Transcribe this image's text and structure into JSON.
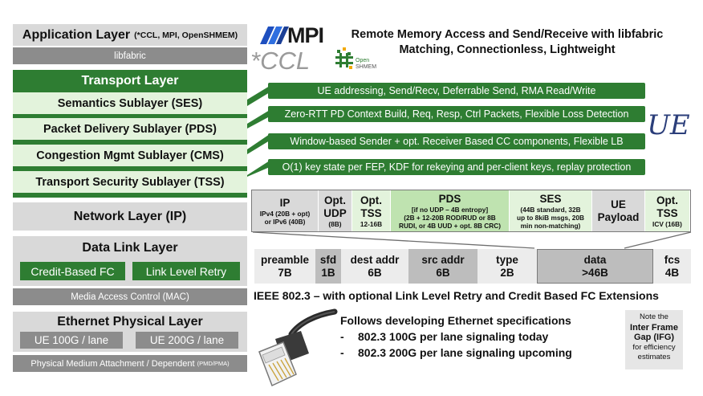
{
  "left_stack": {
    "application_layer": "Application Layer",
    "application_layer_sub": "(*CCL, MPI, OpenSHMEM)",
    "libfabric": "libfabric",
    "transport_layer": "Transport Layer",
    "ses": "Semantics Sublayer (SES)",
    "pds": "Packet Delivery Sublayer (PDS)",
    "cms": "Congestion Mgmt Sublayer (CMS)",
    "tss": "Transport Security Sublayer (TSS)",
    "network_layer": "Network Layer (IP)",
    "data_link_layer": "Data Link Layer",
    "credit_fc": "Credit-Based FC",
    "link_retry": "Link Level Retry",
    "mac": "Media Access Control (MAC)",
    "ethernet_phys": "Ethernet Physical Layer",
    "ue100": "UE 100G / lane",
    "ue200": "UE 200G / lane",
    "pma": "Physical Medium Attachment / Dependent",
    "pma_sub": "(PMD/PMA)"
  },
  "logos": {
    "mpi": "MPI",
    "ccl": "*CCL",
    "openshmem_1": "Open",
    "openshmem_2": "SHMEM",
    "ue": "UE"
  },
  "heading": {
    "line1": "Remote Memory Access and Send/Receive with libfabric",
    "line2": "Matching, Connectionless, Lightweight"
  },
  "callouts": {
    "ses": "UE addressing, Send/Recv, Deferrable Send, RMA Read/Write",
    "pds": "Zero-RTT PD Context Build, Req, Resp, Ctrl Packets, Flexible Loss Detection",
    "cms": "Window-based Sender + opt. Receiver Based CC components, Flexible LB",
    "tss": "O(1) key state per FEP, KDF for rekeying and per-client keys, replay protection"
  },
  "header_fields": [
    {
      "t": "IP",
      "s1": "IPv4 (20B + opt)",
      "s2": "or IPv6 (40B)",
      "s3": "",
      "s4": ""
    },
    {
      "t": "Opt.",
      "t2": "UDP",
      "s1": "(8B)"
    },
    {
      "t": "Opt.",
      "t2": "TSS",
      "s1": "12-16B"
    },
    {
      "t": "PDS",
      "s1": "[if no UDP – 4B entropy]",
      "s2": "(2B + 12-20B ROD/RUD or 8B",
      "s3": "RUDI, or 4B UUD + opt. 8B CRC)"
    },
    {
      "t": "SES",
      "s1": "(44B standard, 32B",
      "s2": "up to 8kiB msgs, 20B",
      "s3": "min non-matching)"
    },
    {
      "t": "UE",
      "t2": "Payload"
    },
    {
      "t": "Opt.",
      "t2": "TSS",
      "s1": "ICV (16B)"
    }
  ],
  "frame_fields": [
    {
      "name": "preamble",
      "size": "7B"
    },
    {
      "name": "sfd",
      "size": "1B"
    },
    {
      "name": "dest addr",
      "size": "6B"
    },
    {
      "name": "src addr",
      "size": "6B"
    },
    {
      "name": "type",
      "size": "2B"
    },
    {
      "name": "data",
      "size": ">46B"
    },
    {
      "name": "fcs",
      "size": "4B"
    }
  ],
  "ieee_caption": "IEEE 802.3 – with optional Link Level Retry and Credit Based FC Extensions",
  "ethernet_notes": {
    "title": "Follows developing Ethernet specifications",
    "bullet1": "802.3 100G per lane signaling today",
    "bullet2": "802.3 200G per lane signaling upcoming",
    "dash": "-"
  },
  "ifg_note": {
    "line1": "Note the",
    "line2": "Inter Frame",
    "line3": "Gap (IFG)",
    "line4": "for efficiency",
    "line5": "estimates"
  },
  "colors": {
    "dark_green": "#2e7d32",
    "light_green": "#e3f3dc",
    "mid_green": "#bfe3b0",
    "light_gray": "#d9d9d9",
    "dark_gray": "#8c8c8c"
  }
}
